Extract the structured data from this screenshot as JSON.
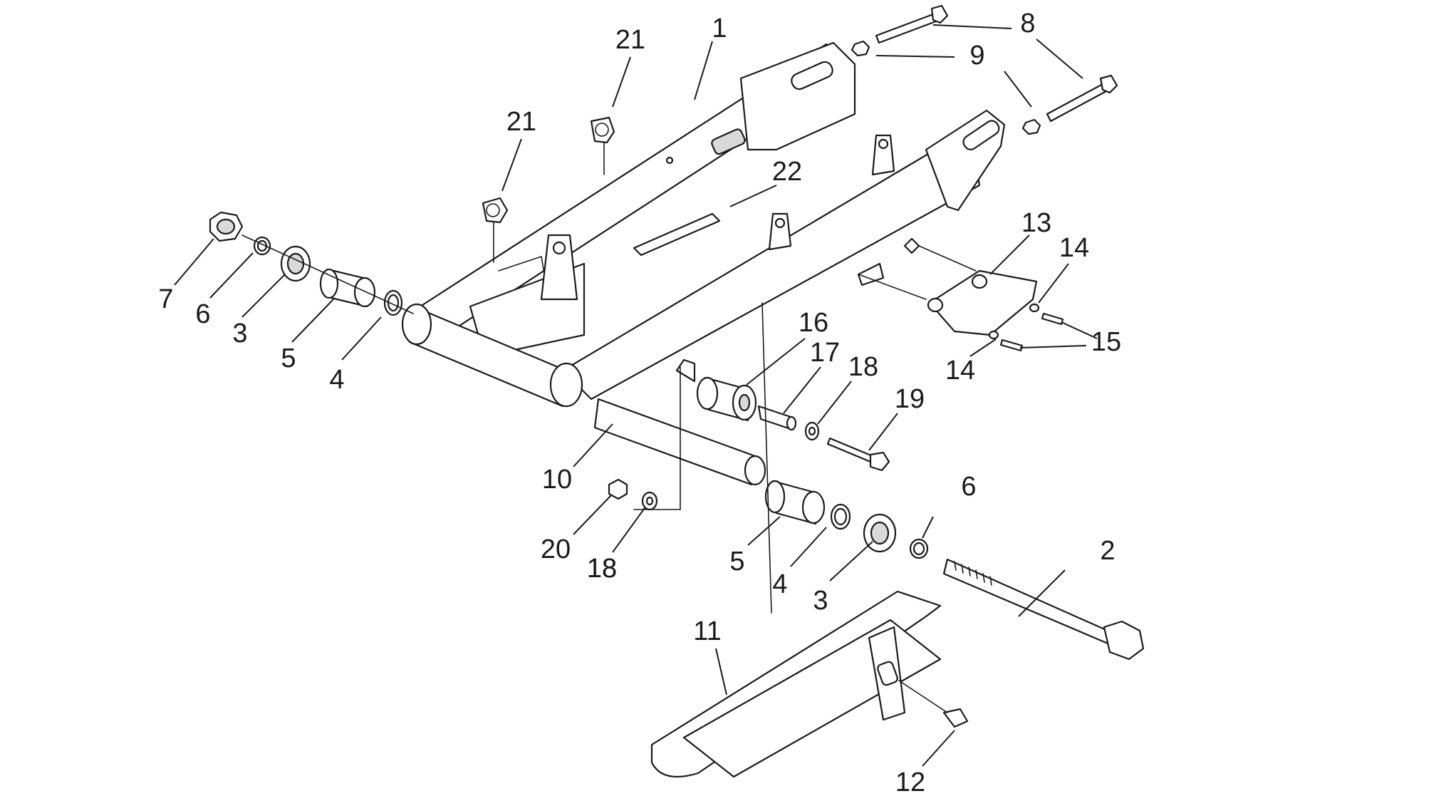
{
  "callouts": [
    {
      "id": "c1",
      "label": "1"
    },
    {
      "id": "c2",
      "label": "2"
    },
    {
      "id": "c3a",
      "label": "3"
    },
    {
      "id": "c3b",
      "label": "3"
    },
    {
      "id": "c4a",
      "label": "4"
    },
    {
      "id": "c4b",
      "label": "4"
    },
    {
      "id": "c5a",
      "label": "5"
    },
    {
      "id": "c5b",
      "label": "5"
    },
    {
      "id": "c6a",
      "label": "6"
    },
    {
      "id": "c6b",
      "label": "6"
    },
    {
      "id": "c7",
      "label": "7"
    },
    {
      "id": "c8",
      "label": "8"
    },
    {
      "id": "c9",
      "label": "9"
    },
    {
      "id": "c10",
      "label": "10"
    },
    {
      "id": "c11",
      "label": "11"
    },
    {
      "id": "c12",
      "label": "12"
    },
    {
      "id": "c13",
      "label": "13"
    },
    {
      "id": "c14a",
      "label": "14"
    },
    {
      "id": "c14b",
      "label": "14"
    },
    {
      "id": "c15",
      "label": "15"
    },
    {
      "id": "c16",
      "label": "16"
    },
    {
      "id": "c17",
      "label": "17"
    },
    {
      "id": "c18a",
      "label": "18"
    },
    {
      "id": "c18b",
      "label": "18"
    },
    {
      "id": "c19",
      "label": "19"
    },
    {
      "id": "c20",
      "label": "20"
    },
    {
      "id": "c21a",
      "label": "21"
    },
    {
      "id": "c21b",
      "label": "21"
    },
    {
      "id": "c22",
      "label": "22"
    }
  ]
}
